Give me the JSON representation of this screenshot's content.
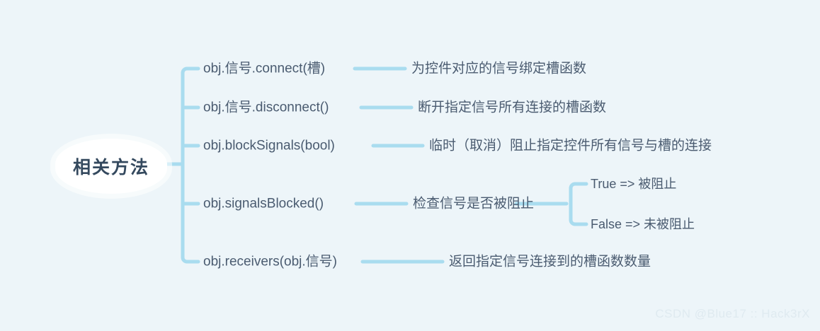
{
  "theme": {
    "background": "#edf5f9",
    "line_color": "#a9dcef",
    "trunk_color": "#9ed7ee",
    "text_color": "#4a5b70",
    "root_text_color": "#34495e",
    "root_fill": "#ffffff",
    "watermark_color": "#dfeaf0"
  },
  "mindmap": {
    "root": {
      "label": "相关方法"
    },
    "branches": [
      {
        "method": "obj.信号.connect(槽)",
        "description": "为控件对应的信号绑定槽函数",
        "children": []
      },
      {
        "method": "obj.信号.disconnect()",
        "description": "断开指定信号所有连接的槽函数",
        "children": []
      },
      {
        "method": "obj.blockSignals(bool)",
        "description": "临时（取消）阻止指定控件所有信号与槽的连接",
        "children": []
      },
      {
        "method": "obj.signalsBlocked()",
        "description": "检查信号是否被阻止",
        "children": [
          {
            "label": "True => 被阻止"
          },
          {
            "label": "False => 未被阻止"
          }
        ]
      },
      {
        "method": "obj.receivers(obj.信号)",
        "description": "返回指定信号连接到的槽函数数量",
        "children": []
      }
    ]
  },
  "watermark": {
    "text": "CSDN @Blue17 :: Hack3rX"
  }
}
